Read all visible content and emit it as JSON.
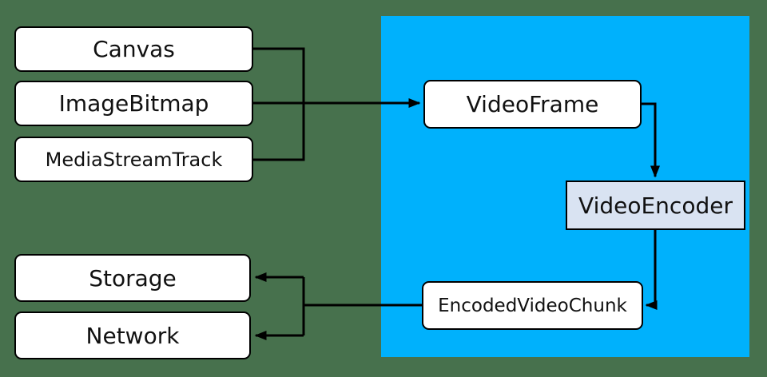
{
  "colors": {
    "background": "#47714D",
    "webcodecs_panel": "#00B1FC",
    "node_fill": "#FFFFFF",
    "encoder_fill": "#D9E3F2",
    "connector": "#000000",
    "text": "#111111"
  },
  "nodes": {
    "canvas": {
      "label": "Canvas"
    },
    "image_bitmap": {
      "label": "ImageBitmap"
    },
    "media_stream_track": {
      "label": "MediaStreamTrack"
    },
    "video_frame": {
      "label": "VideoFrame"
    },
    "video_encoder": {
      "label": "VideoEncoder"
    },
    "encoded_video_chunk": {
      "label": "EncodedVideoChunk"
    },
    "storage": {
      "label": "Storage"
    },
    "network": {
      "label": "Network"
    }
  },
  "edges": [
    {
      "from": "Canvas",
      "to": "VideoFrame"
    },
    {
      "from": "ImageBitmap",
      "to": "VideoFrame"
    },
    {
      "from": "MediaStreamTrack",
      "to": "VideoFrame"
    },
    {
      "from": "VideoFrame",
      "to": "VideoEncoder"
    },
    {
      "from": "VideoEncoder",
      "to": "EncodedVideoChunk"
    },
    {
      "from": "EncodedVideoChunk",
      "to": "Storage"
    },
    {
      "from": "EncodedVideoChunk",
      "to": "Network"
    }
  ]
}
